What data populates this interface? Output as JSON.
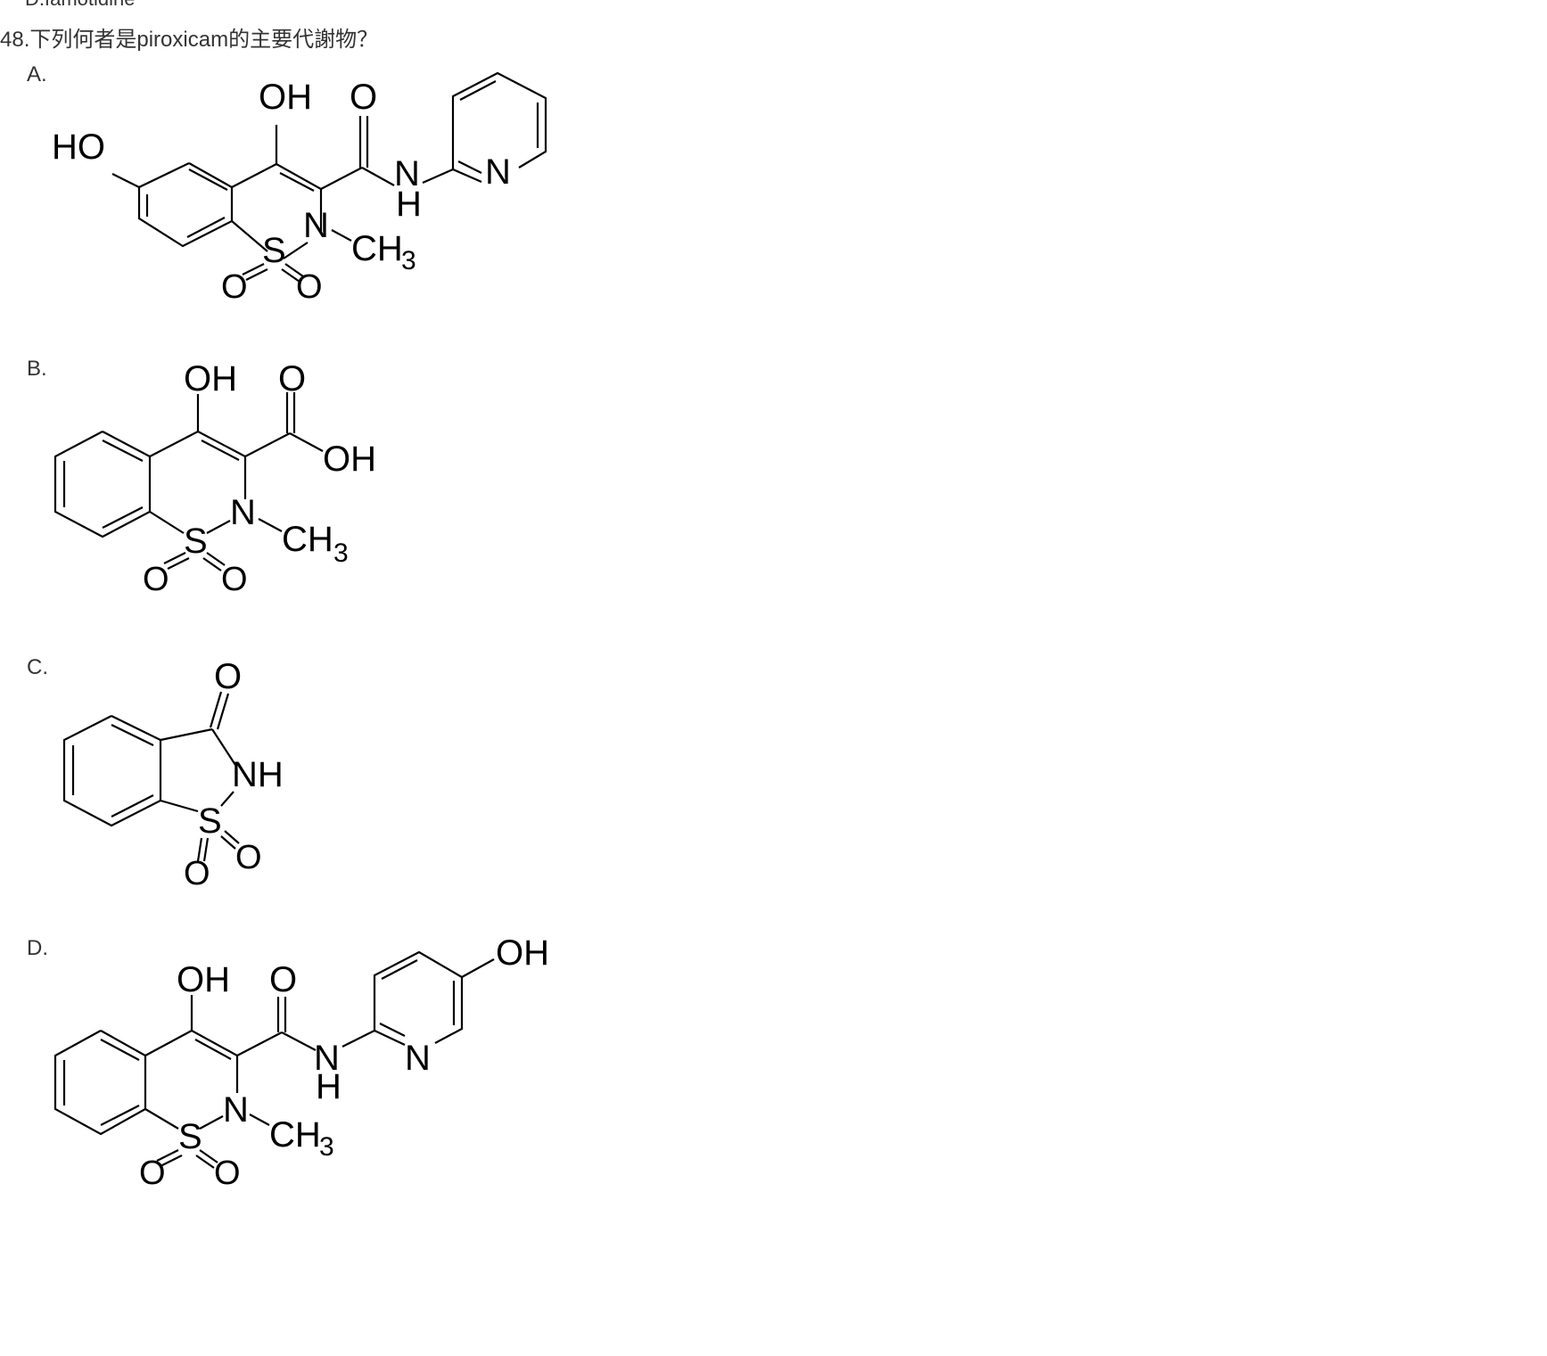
{
  "previous_option": "D.famotidine",
  "question": {
    "number": "48.",
    "text_before": "下列何者是",
    "drug": "piroxicam",
    "text_after": "的主要代謝物？"
  },
  "options": [
    {
      "label": "A.",
      "atoms": {
        "ho": "HO",
        "oh": "OH",
        "o": "O",
        "n": "N",
        "h": "H",
        "py_n": "N",
        "s": "S",
        "n_ring": "N",
        "ch": "CH",
        "sub3": "3",
        "so1": "O",
        "so2": "O"
      }
    },
    {
      "label": "B.",
      "atoms": {
        "oh": "OH",
        "o": "O",
        "acid_oh": "OH",
        "n": "N",
        "ch": "CH",
        "sub3": "3",
        "s": "S",
        "so1": "O",
        "so2": "O"
      }
    },
    {
      "label": "C.",
      "atoms": {
        "o": "O",
        "nh": "NH",
        "s": "S",
        "so1": "O",
        "so2": "O"
      }
    },
    {
      "label": "D.",
      "atoms": {
        "oh": "OH",
        "o": "O",
        "py_oh": "OH",
        "n": "N",
        "h": "H",
        "py_n": "N",
        "n_ring": "N",
        "ch": "CH",
        "sub3": "3",
        "s": "S",
        "so1": "O",
        "so2": "O"
      }
    }
  ]
}
